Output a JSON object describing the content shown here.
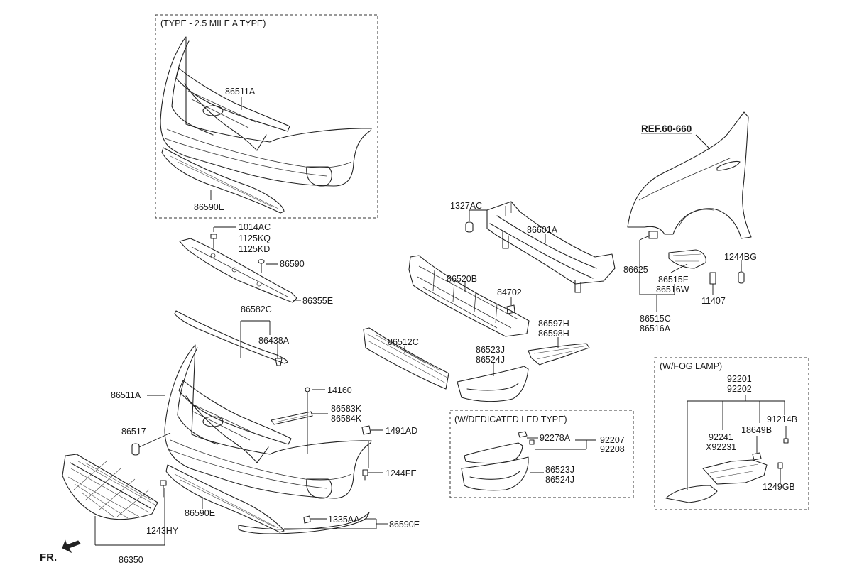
{
  "boxes": {
    "type_25_mile": "(TYPE - 2.5 MILE A TYPE)",
    "dedicated_led": "(W/DEDICATED LED TYPE)",
    "fog_lamp": "(W/FOG LAMP)"
  },
  "reference": "REF.60-660",
  "direction": "FR.",
  "labels": {
    "p86511A_top": "86511A",
    "p86590E_top": "86590E",
    "p1014AC": "1014AC",
    "p1125KQ": "1125KQ",
    "p1125KD": "1125KD",
    "p86590": "86590",
    "p86355E": "86355E",
    "p86582C": "86582C",
    "p86438A": "86438A",
    "p86511A": "86511A",
    "p14160": "14160",
    "p86583K": "86583K",
    "p86584K": "86584K",
    "p86517": "86517",
    "p1491AD": "1491AD",
    "p1244FE": "1244FE",
    "p86590E_lower": "86590E",
    "p1243HY": "1243HY",
    "p1335AA": "1335AA",
    "p86590E_right": "86590E",
    "p86350": "86350",
    "p1327AC": "1327AC",
    "p86601A": "86601A",
    "p86520B": "86520B",
    "p84702": "84702",
    "p86512C": "86512C",
    "p86597H": "86597H",
    "p86598H": "86598H",
    "p86523J": "86523J",
    "p86524J": "86524J",
    "p92278A": "92278A",
    "p92207": "92207",
    "p92208": "92208",
    "p86523J_led": "86523J",
    "p86524J_led": "86524J",
    "p86625": "86625",
    "p86515F": "86515F",
    "p86516W": "86516W",
    "p1244BG": "1244BG",
    "p11407": "11407",
    "p86515C": "86515C",
    "p86516A": "86516A",
    "p92201": "92201",
    "p92202": "92202",
    "p92241": "92241",
    "pX92231": "X92231",
    "p18649B": "18649B",
    "p91214B": "91214B",
    "p1249GB": "1249GB"
  }
}
